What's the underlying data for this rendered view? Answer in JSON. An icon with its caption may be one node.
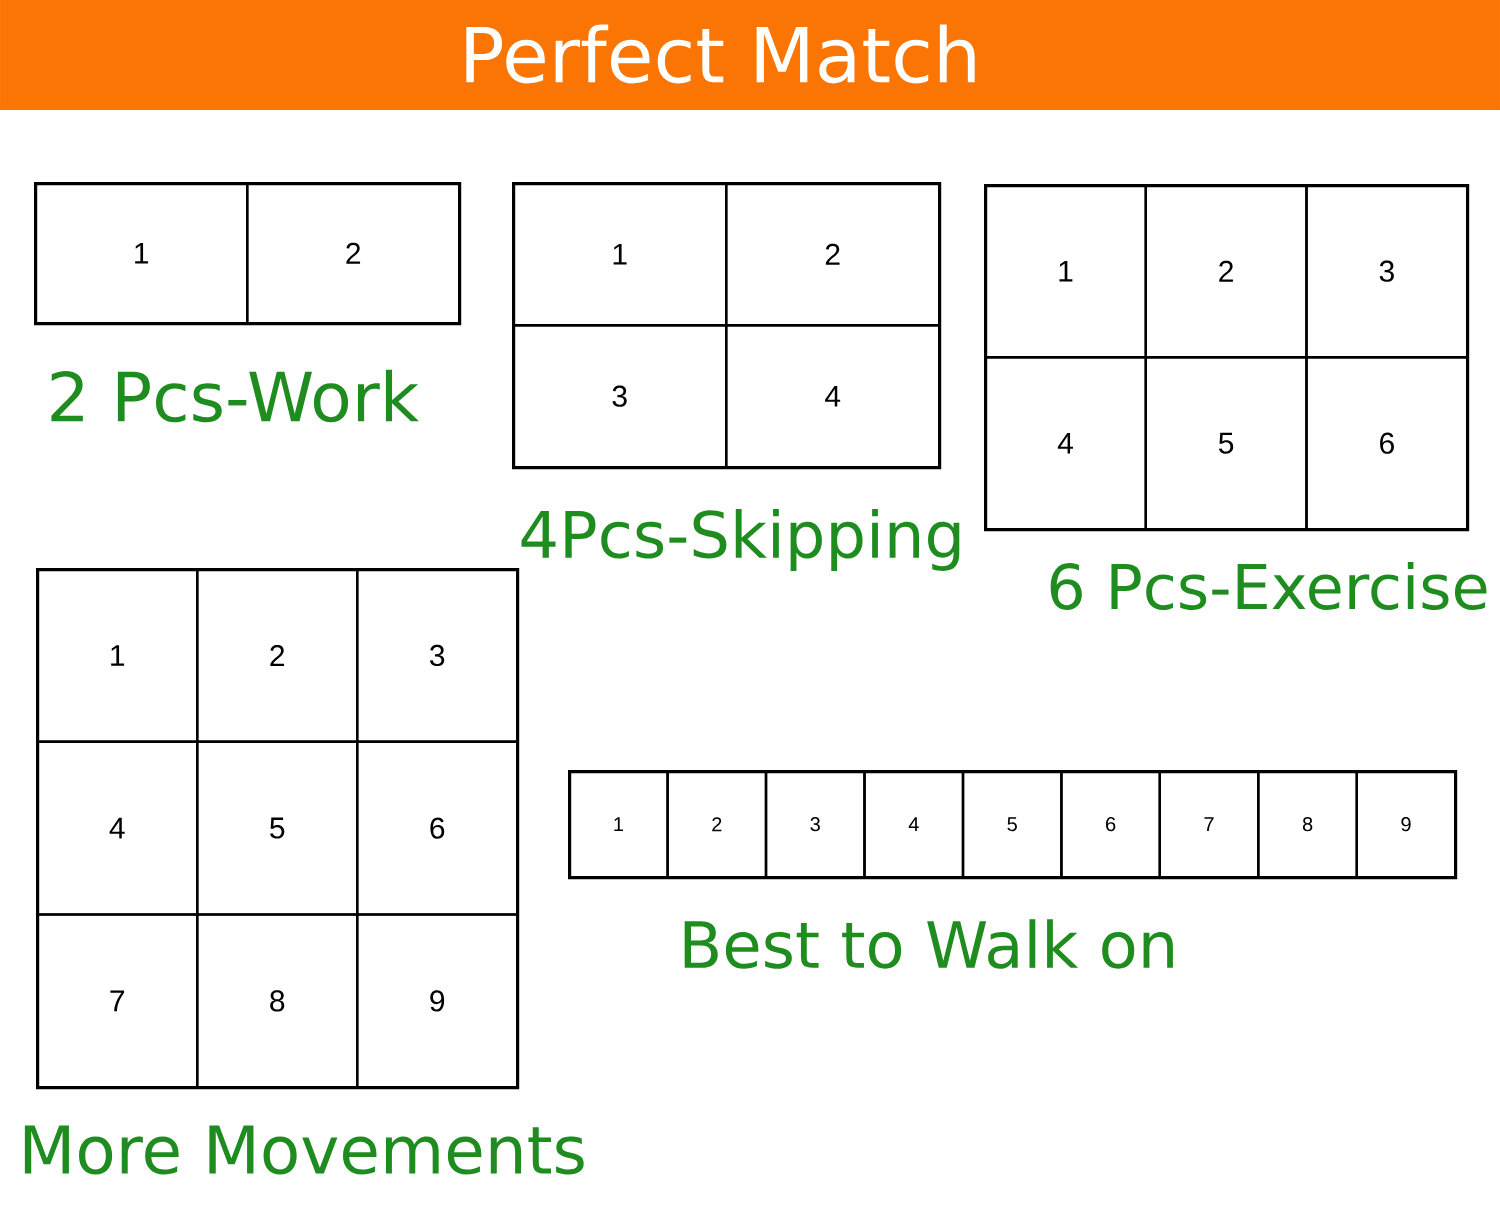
{
  "diagram": {
    "title": "Perfect Match",
    "nodes": [
      {
        "text": [
          "2 Pcs-Work"
        ]
      },
      {
        "text": [
          "1"
        ],
        "in": 0
      },
      {
        "text": [
          "2"
        ],
        "in": 0
      },
      {
        "text": [
          "4Pcs-Skipping"
        ]
      },
      {
        "text": [
          "1"
        ],
        "in": 3
      },
      {
        "text": [
          "2"
        ],
        "in": 3
      },
      {
        "text": [
          "3"
        ],
        "in": 3
      },
      {
        "text": [
          "4"
        ],
        "in": 3
      },
      {
        "text": [
          "6 Pcs-Exercise"
        ]
      },
      {
        "text": [
          "1"
        ],
        "in": 8
      },
      {
        "text": [
          "2"
        ],
        "in": 8
      },
      {
        "text": [
          "3"
        ],
        "in": 8
      },
      {
        "text": [
          "4"
        ],
        "in": 8
      },
      {
        "text": [
          "5"
        ],
        "in": 8
      },
      {
        "text": [
          "6"
        ],
        "in": 8
      },
      {
        "text": [
          "More Movements"
        ]
      },
      {
        "text": [
          "1"
        ],
        "in": 15
      },
      {
        "text": [
          "2"
        ],
        "in": 15
      },
      {
        "text": [
          "3"
        ],
        "in": 15
      },
      {
        "text": [
          "4"
        ],
        "in": 15
      },
      {
        "text": [
          "5"
        ],
        "in": 15
      },
      {
        "text": [
          "6"
        ],
        "in": 15
      },
      {
        "text": [
          "7"
        ],
        "in": 15
      },
      {
        "text": [
          "8"
        ],
        "in": 15
      },
      {
        "text": [
          "9"
        ],
        "in": 15
      },
      {
        "text": [
          "Best to Walk on"
        ]
      },
      {
        "text": [
          "1"
        ],
        "in": 25
      },
      {
        "text": [
          "2"
        ],
        "in": 25
      },
      {
        "text": [
          "3"
        ],
        "in": 25
      },
      {
        "text": [
          "4"
        ],
        "in": 25
      },
      {
        "text": [
          "5"
        ],
        "in": 25
      },
      {
        "text": [
          "6"
        ],
        "in": 25
      },
      {
        "text": [
          "7"
        ],
        "in": 25
      },
      {
        "text": [
          "8"
        ],
        "in": 25
      },
      {
        "text": [
          "9"
        ],
        "in": 25
      }
    ]
  }
}
